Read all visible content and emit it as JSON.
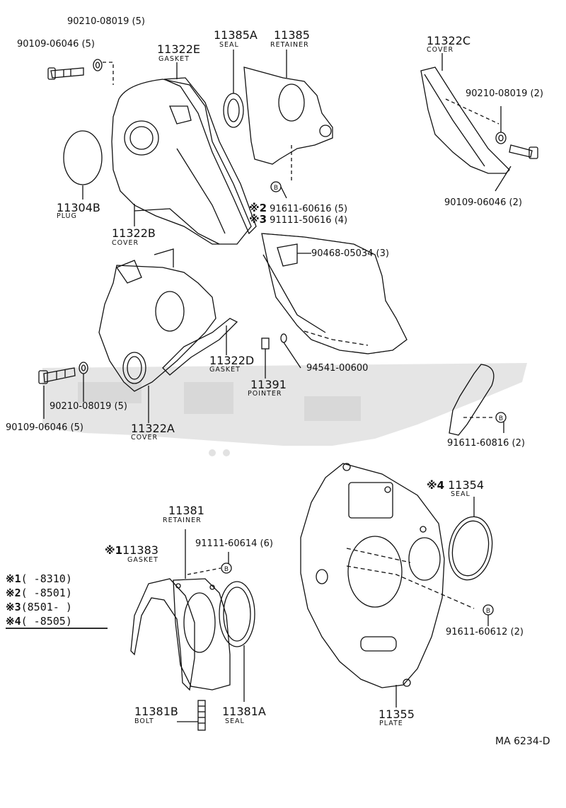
{
  "parts": {
    "p90210_top": "90210-08019 (5)",
    "p90109_top": "90109-06046 (5)",
    "p11322e": "11322E",
    "p11322e_name": "GASKET",
    "p11385a": "11385A",
    "p11385a_name": "SEAL",
    "p11385": "11385",
    "p11385_name": "RETAINER",
    "p11304b": "11304B",
    "p11304b_name": "PLUG",
    "p11322b": "11322B",
    "p11322b_name": "COVER",
    "p11322c": "11322C",
    "p11322c_name": "COVER",
    "p90210_right": "90210-08019 (2)",
    "p90109_right": "90109-06046 (2)",
    "p91611_60616": "91611-60616 (5)",
    "p91111_50616": "91111-50616 (4)",
    "p90468": "90468-05034 (3)",
    "p11322d": "11322D",
    "p11322d_name": "GASKET",
    "p94541": "94541-00600",
    "p11391": "11391",
    "p11391_name": "POINTER",
    "p90210_left": "90210-08019 (5)",
    "p90109_left": "90109-06046 (5)",
    "p11322a": "11322A",
    "p11322a_name": "COVER",
    "p91611_60816": "91611-60816 (2)",
    "p11354": "11354",
    "p11354_name": "SEAL",
    "p11381": "11381",
    "p11381_name": "RETAINER",
    "p91111_60614": "91111-60614 (6)",
    "p11383": "11383",
    "p11383_name": "GASKET",
    "p91611_60612": "91611-60612 (2)",
    "p11381b": "11381B",
    "p11381b_name": "BOLT",
    "p11381a": "11381A",
    "p11381a_name": "SEAL",
    "p11355": "11355",
    "p11355_name": "PLATE"
  },
  "marks": {
    "m1": "※1",
    "m2": "※2",
    "m3": "※3",
    "m4": "※4",
    "bolt_ref": "B"
  },
  "legend": [
    {
      "mark": "※1",
      "range": "(      -8310)"
    },
    {
      "mark": "※2",
      "range": "(      -8501)"
    },
    {
      "mark": "※3",
      "range": "(8501-      )"
    },
    {
      "mark": "※4",
      "range": "(      -8505)"
    }
  ],
  "diagram_code": "MA  6234-D",
  "colors": {
    "ink": "#111111",
    "watermark": "#c9c9c9"
  }
}
